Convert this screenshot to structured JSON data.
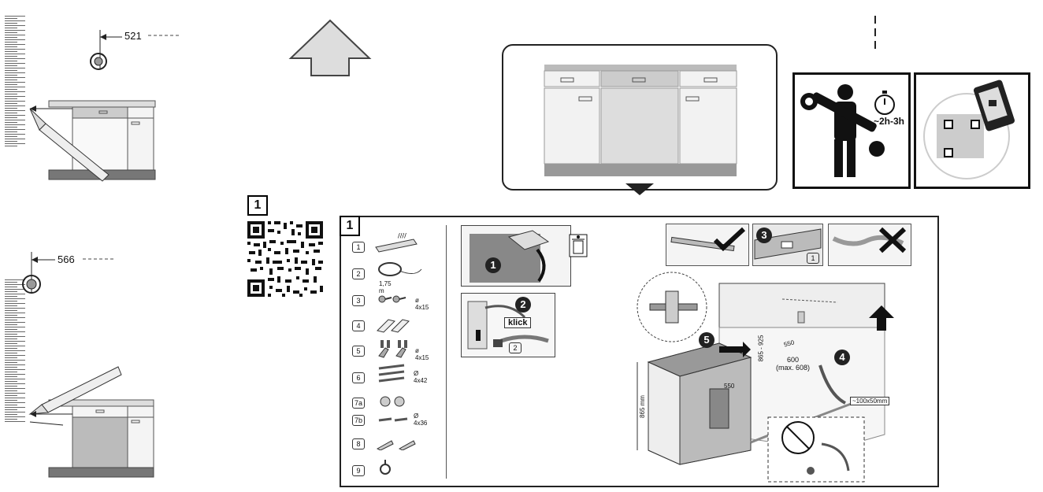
{
  "measurements": {
    "top": "521",
    "bottom": "566"
  },
  "badges": {
    "main": "1",
    "panel": "1"
  },
  "timer_text": "~2h-3h",
  "parts": [
    {
      "num": "1",
      "label": ""
    },
    {
      "num": "2",
      "label": "1,75 m"
    },
    {
      "num": "3",
      "label": "ø 4x15"
    },
    {
      "num": "4",
      "label": ""
    },
    {
      "num": "5",
      "label": "ø 4x15"
    },
    {
      "num": "6",
      "label": "Ø 4x42"
    },
    {
      "num": "7a",
      "label": ""
    },
    {
      "num": "7b",
      "label": "Ø 4x36"
    },
    {
      "num": "8",
      "label": ""
    },
    {
      "num": "9",
      "label": ""
    }
  ],
  "steps": {
    "s1": "1",
    "s2": "2",
    "s3": "3",
    "s4": "4",
    "s5": "5",
    "klick": "klick",
    "sub2": "2",
    "sub1": "1"
  },
  "dims": {
    "d550a": "550",
    "d865_925": "865 - 925",
    "d600": "600",
    "dmax": "(max. 608)",
    "d550b": "550",
    "d865": "865 mm",
    "d100x50": "~100x50mm"
  }
}
